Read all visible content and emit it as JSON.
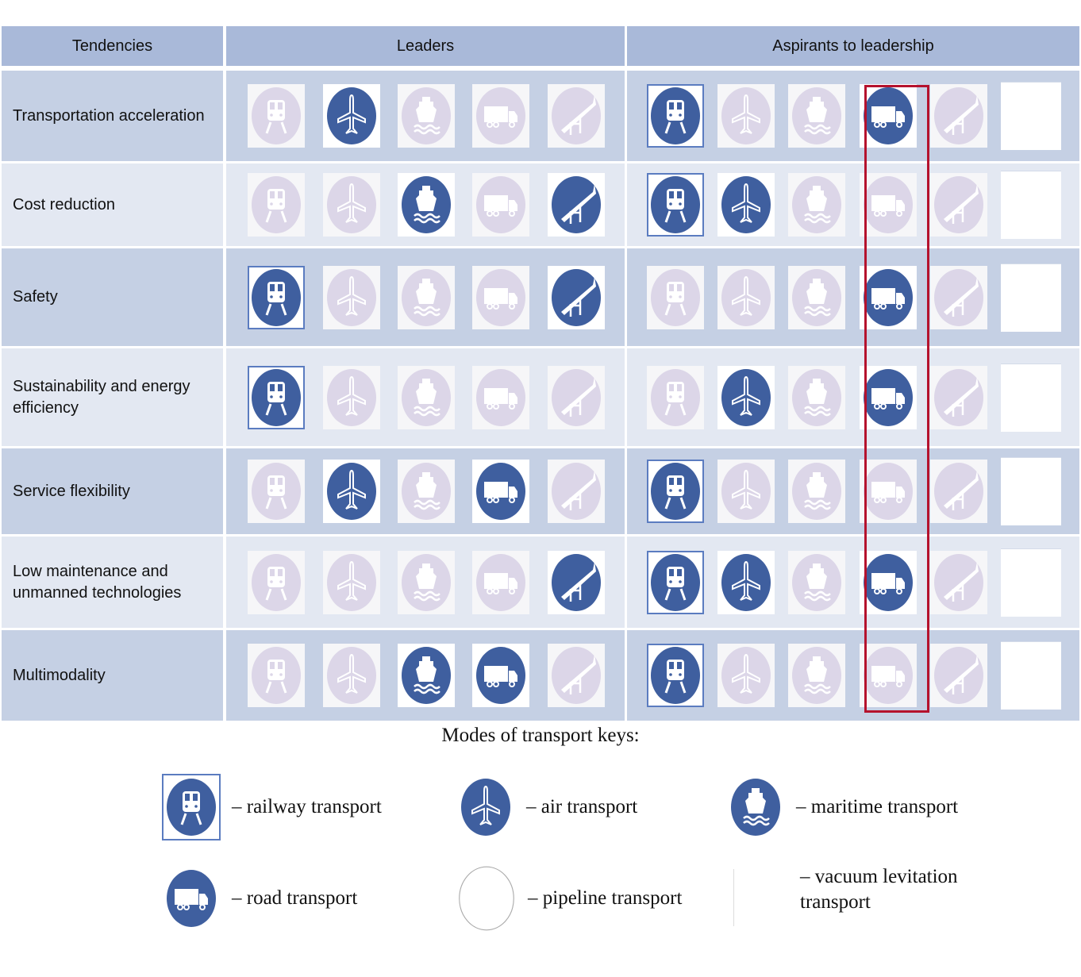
{
  "colors": {
    "active": "#3f5f9f",
    "inactive": "#dcd6e8",
    "header": "#a9b9d9",
    "row_dark": "#c5d0e4",
    "row_light": "#e3e8f2",
    "highlight": "#b5122d"
  },
  "header": {
    "tendencies": "Tendencies",
    "leaders": "Leaders",
    "aspirants": "Aspirants to leadership"
  },
  "mode_order": [
    "railway",
    "air",
    "maritime",
    "road",
    "pipeline"
  ],
  "rows": [
    {
      "label": "Transportation acceleration",
      "leaders": [
        false,
        true,
        false,
        false,
        false
      ],
      "aspirants": [
        true,
        false,
        false,
        true,
        false
      ]
    },
    {
      "label": "Cost reduction",
      "leaders": [
        false,
        false,
        true,
        false,
        true
      ],
      "aspirants": [
        true,
        true,
        false,
        false,
        false
      ]
    },
    {
      "label": "Safety",
      "leaders": [
        true,
        false,
        false,
        false,
        true
      ],
      "aspirants": [
        false,
        false,
        false,
        true,
        false
      ]
    },
    {
      "label": "Sustainability and energy efficiency",
      "leaders": [
        true,
        false,
        false,
        false,
        false
      ],
      "aspirants": [
        false,
        true,
        false,
        true,
        false
      ]
    },
    {
      "label": "Service flexibility",
      "leaders": [
        false,
        true,
        false,
        true,
        false
      ],
      "aspirants": [
        true,
        false,
        false,
        false,
        false
      ]
    },
    {
      "label": "Low maintenance and unmanned technologies",
      "leaders": [
        false,
        false,
        false,
        false,
        true
      ],
      "aspirants": [
        true,
        true,
        false,
        true,
        false
      ]
    },
    {
      "label": "Multimodality",
      "leaders": [
        false,
        false,
        true,
        true,
        false
      ],
      "aspirants": [
        true,
        false,
        false,
        false,
        false
      ]
    }
  ],
  "legend": {
    "title": "Modes of transport keys:",
    "items": [
      {
        "icon": "railway",
        "text": "– railway transport"
      },
      {
        "icon": "air",
        "text": "– air transport"
      },
      {
        "icon": "maritime",
        "text": "– maritime transport"
      },
      {
        "icon": "road",
        "text": "– road transport"
      },
      {
        "icon": "pipeline",
        "text": "– pipeline transport"
      },
      {
        "icon": "vacuum",
        "text": "– vacuum levitation transport"
      }
    ]
  }
}
